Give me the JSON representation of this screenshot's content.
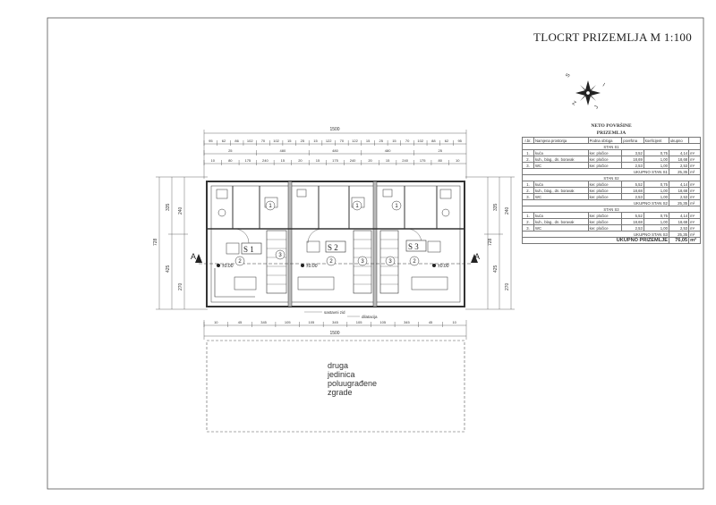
{
  "title": "TLOCRT PRIZEMLJA M 1:100",
  "compass": {
    "letters": [
      "S",
      "I",
      "J",
      "Z"
    ]
  },
  "area_table": {
    "heading_line1": "NETO POVRŠINE",
    "heading_line2": "PRIZEMLJA",
    "columns": [
      "r.br.",
      "Namjena prostorija",
      "Podna obloga",
      "površina",
      "koeficijent",
      "ukupno",
      ""
    ],
    "units": [
      {
        "name": "STAN S1",
        "rows": [
          [
            "1.",
            "kuća",
            "ker. pločice",
            "3,52",
            "0,75",
            "4,14",
            "m²"
          ],
          [
            "2.",
            "kuh., blag., dn. boravak",
            "ker. pločice",
            "18,69",
            "1,00",
            "18,68",
            "m²"
          ],
          [
            "3.",
            "WC",
            "ker. pločice",
            "2,53",
            "1,00",
            "2,53",
            "m²"
          ]
        ],
        "sum_label": "UKUPNO STAN S1",
        "sum_value": "25,35",
        "sum_unit": "m²"
      },
      {
        "name": "STAN S2",
        "rows": [
          [
            "1.",
            "kuća",
            "ker. pločice",
            "5,52",
            "0,75",
            "4,14",
            "m²"
          ],
          [
            "2.",
            "kuh., blag., dn. boravak",
            "ker. pločice",
            "18,68",
            "1,00",
            "18,68",
            "m²"
          ],
          [
            "3.",
            "WC",
            "ker. pločice",
            "2,53",
            "1,00",
            "2,53",
            "m²"
          ]
        ],
        "sum_label": "UKUPNO STAN S2",
        "sum_value": "25,35",
        "sum_unit": "m²"
      },
      {
        "name": "STAN S3",
        "rows": [
          [
            "1.",
            "kuća",
            "ker. pločice",
            "5,52",
            "0,75",
            "4,14",
            "m²"
          ],
          [
            "2.",
            "kuh., blag., dn. boravak",
            "ker. pločice",
            "18,68",
            "1,00",
            "18,68",
            "m²"
          ],
          [
            "3.",
            "WC",
            "ker. pločice",
            "2,53",
            "1,00",
            "2,53",
            "m²"
          ]
        ],
        "sum_label": "UKUPNO STAN S3",
        "sum_value": "25,35",
        "sum_unit": "m²"
      }
    ],
    "total_label": "UKUPNO PRIZEMLJE",
    "total_value": "76,05",
    "total_unit": "m²"
  },
  "plan": {
    "overall_top": "1500",
    "overall_bottom": "1500",
    "top_dims_row1": [
      "95",
      "62",
      "86",
      "102",
      "70",
      "102",
      "15",
      "25",
      "15",
      "122",
      "70",
      "122",
      "15",
      "25",
      "15",
      "70",
      "102",
      "88",
      "62",
      "95"
    ],
    "top_dims_row2": [
      "25",
      "480",
      "480",
      "480",
      "25"
    ],
    "top_dims_row3": [
      "10",
      "80",
      "175",
      "240",
      "15",
      "20",
      "15",
      "175",
      "240",
      "20",
      "15",
      "240",
      "175",
      "80",
      "10"
    ],
    "bottom_dims": [
      "10",
      "45",
      "345",
      "105",
      "105",
      "345",
      "105",
      "105",
      "345",
      "45",
      "10"
    ],
    "left_dims_outer": "728",
    "left_dims_mid": [
      "335",
      "425"
    ],
    "left_dims_inner": [
      "240",
      "270"
    ],
    "right_dims_outer": "728",
    "right_dims_mid": [
      "335",
      "425"
    ],
    "right_dims_inner": [
      "240",
      "270"
    ],
    "unit_labels": [
      "S 1",
      "S 2",
      "S 3"
    ],
    "room_numbers": [
      "1",
      "2",
      "3"
    ],
    "level_mark": "±0.00",
    "section_mark": "A",
    "annotation_wall": "sastavni zid",
    "annotation_joint": "dilatacija",
    "neighbor_note": [
      "druga",
      "jedinica",
      "poluugrađene",
      "zgrade"
    ]
  }
}
